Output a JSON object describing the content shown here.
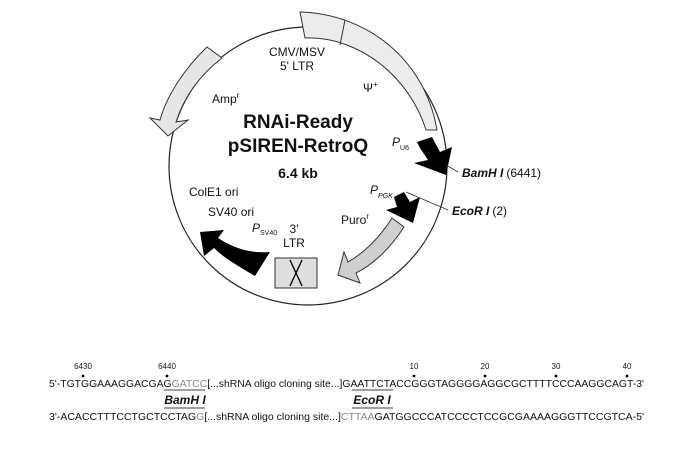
{
  "map": {
    "title_line1": "RNAi-Ready",
    "title_line2": "pSIREN-RetroQ",
    "size": "6.4 kb",
    "features": {
      "cmv_line1": "CMV/MSV",
      "cmv_line2": "5' LTR",
      "psi": "Ψ",
      "psi_sup": "+",
      "amp": "Amp",
      "amp_sup": "r",
      "pu6": "P",
      "pu6_sub": "U6",
      "ppgk": "P",
      "ppgk_sub": "PGK",
      "puro": "Puro",
      "puro_sup": "r",
      "colE1": "ColE1 ori",
      "sv40ori": "SV40 ori",
      "psv40": "P",
      "psv40_sub": "SV40",
      "ltr3_line1": "3'",
      "ltr3_line2": "LTR"
    },
    "sites": {
      "bamhi_name": "BamH I",
      "bamhi_pos": "(6441)",
      "ecori_name": "EcoR I",
      "ecori_pos": "(2)"
    }
  },
  "sequence": {
    "numbers": [
      "6430",
      "6440",
      "10",
      "20",
      "30",
      "40"
    ],
    "top": {
      "a": "5'-TGTGGAAAGGACGAG",
      "b": "GATCC",
      "c": "[...shRNA oligo cloning site...]",
      "d": "GAATTC",
      "e": "TACCGGGTAGGGGAGGCGCTTTTCCCAAGGCAGT-3'"
    },
    "labels": {
      "bamhi": "BamH I",
      "ecori": "EcoR I"
    },
    "bottom": {
      "a": "3'-ACACCTTTCCTGCTCCTAG",
      "b": "G",
      "c": "[...shRNA oligo cloning site...]",
      "d": "CTTAA",
      "e": "GATGGCCCATCCCCTCCGCGAAAAGGGTTCCGTCA-5'"
    }
  }
}
